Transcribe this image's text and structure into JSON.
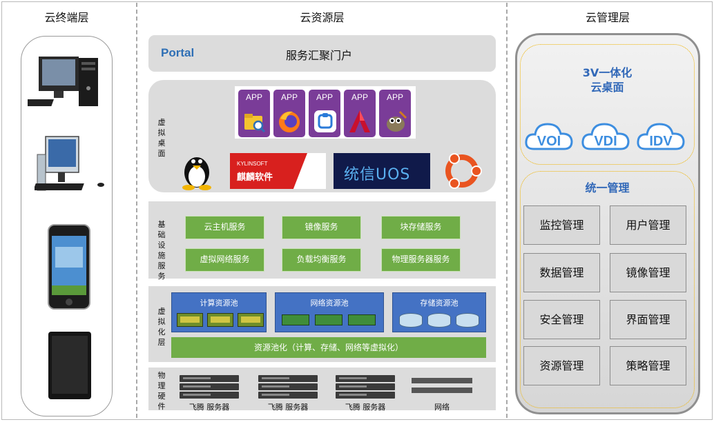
{
  "columns": {
    "terminal": "云终端层",
    "resource": "云资源层",
    "management": "云管理层"
  },
  "portal": {
    "label": "Portal",
    "text": "服务汇聚门户"
  },
  "virtual_desktop": {
    "label": "虚拟桌面",
    "app_label": "APP",
    "apps": [
      "file-search-icon",
      "firefox-icon",
      "app-store-icon",
      "autocad-icon",
      "gimp-icon"
    ],
    "os_logos": [
      "linux-tux-icon",
      "kylin-logo",
      "uos-logo",
      "ubuntu-icon"
    ],
    "kylin_top": "KYLINSOFT",
    "kylin_cn": "麒麟软件",
    "uos_text": "统信UOS"
  },
  "infra_services": {
    "label": "基础设施服务",
    "items": [
      "云主机服务",
      "镜像服务",
      "块存储服务",
      "虚拟网络服务",
      "负载均衡服务",
      "物理服务器服务"
    ]
  },
  "virtualization": {
    "label": "虚拟化层",
    "pools": [
      "计算资源池",
      "网络资源池",
      "存储资源池"
    ],
    "pooling": "资源池化（计算、存储、网络等虚拟化）"
  },
  "hardware": {
    "label": "物理硬件",
    "items": [
      "飞腾 服务器",
      "飞腾 服务器",
      "飞腾 服务器",
      "网络"
    ]
  },
  "management": {
    "title1": "3V一体化",
    "title2": "云桌面",
    "clouds": [
      "VOI",
      "VDI",
      "IDV"
    ],
    "unified": "统一管理",
    "items": [
      "监控管理",
      "用户管理",
      "数据管理",
      "镜像管理",
      "安全管理",
      "界面管理",
      "资源管理",
      "策略管理"
    ]
  },
  "colors": {
    "green": "#70ad47",
    "blue": "#4472c4",
    "purple": "#7a3c98",
    "title_blue": "#3168b8",
    "panel_gray": "#dcdcdc"
  }
}
